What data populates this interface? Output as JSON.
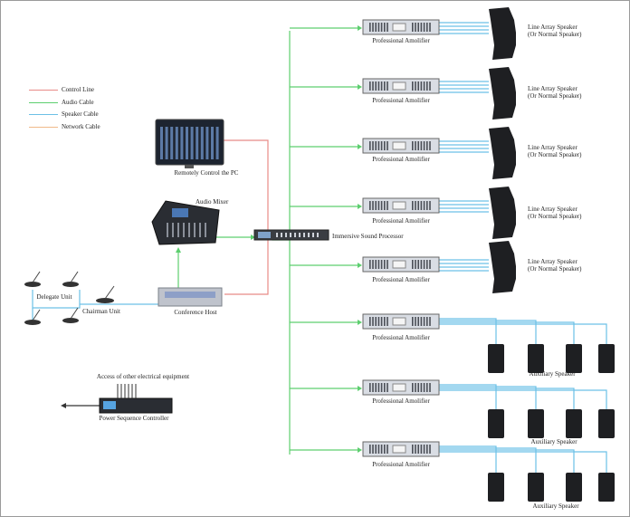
{
  "legend": [
    {
      "label": "Control Line",
      "color": "#e88b87"
    },
    {
      "label": "Audio Cable",
      "color": "#5dcf6f"
    },
    {
      "label": "Speaker Cable",
      "color": "#6cc0e6"
    },
    {
      "label": "Network Cable",
      "color": "#f0b98a"
    }
  ],
  "labels": {
    "remote_pc": "Remotely Control the PC",
    "audio_mixer": "Audio Mixer",
    "processor": "Immersive Sound Processor",
    "delegate_unit": "Delegate Unit",
    "chairman_unit": "Chairman Unit",
    "conference_host": "Conference Host",
    "other_equipment": "Access of other electrical equipment",
    "power_sequence": "Power Sequence Controller"
  },
  "amplifiers": [
    {
      "label": "Professional Amolifier",
      "speaker_line1": "Line Array Speaker",
      "speaker_line2": "(Or Normal Speaker)"
    },
    {
      "label": "Professional Amolifier",
      "speaker_line1": "Line Array Speaker",
      "speaker_line2": "(Or Normal Speaker)"
    },
    {
      "label": "Professional Amolifier",
      "speaker_line1": "Line Array Speaker",
      "speaker_line2": "(Or Normal Speaker)"
    },
    {
      "label": "Professional Amolifier",
      "speaker_line1": "Line Array Speaker",
      "speaker_line2": "(Or Normal Speaker)"
    },
    {
      "label": "Professional Amolifier",
      "speaker_line1": "Line Array Speaker",
      "speaker_line2": "(Or Normal Speaker)"
    },
    {
      "label": "Professional Amolifier",
      "speaker_line1": "Auxiliary Speaker"
    },
    {
      "label": "Professional Amolifier",
      "speaker_line1": "Auxiliary Speaker"
    },
    {
      "label": "Professional Amolifier",
      "speaker_line1": "Auxiliary Speaker"
    }
  ],
  "colors": {
    "control": "#e88b87",
    "audio": "#5dcf6f",
    "speaker": "#6cc0e6",
    "network": "#f0b98a",
    "device_dark": "#2b2b2b",
    "device_panel": "#d9dde4"
  }
}
